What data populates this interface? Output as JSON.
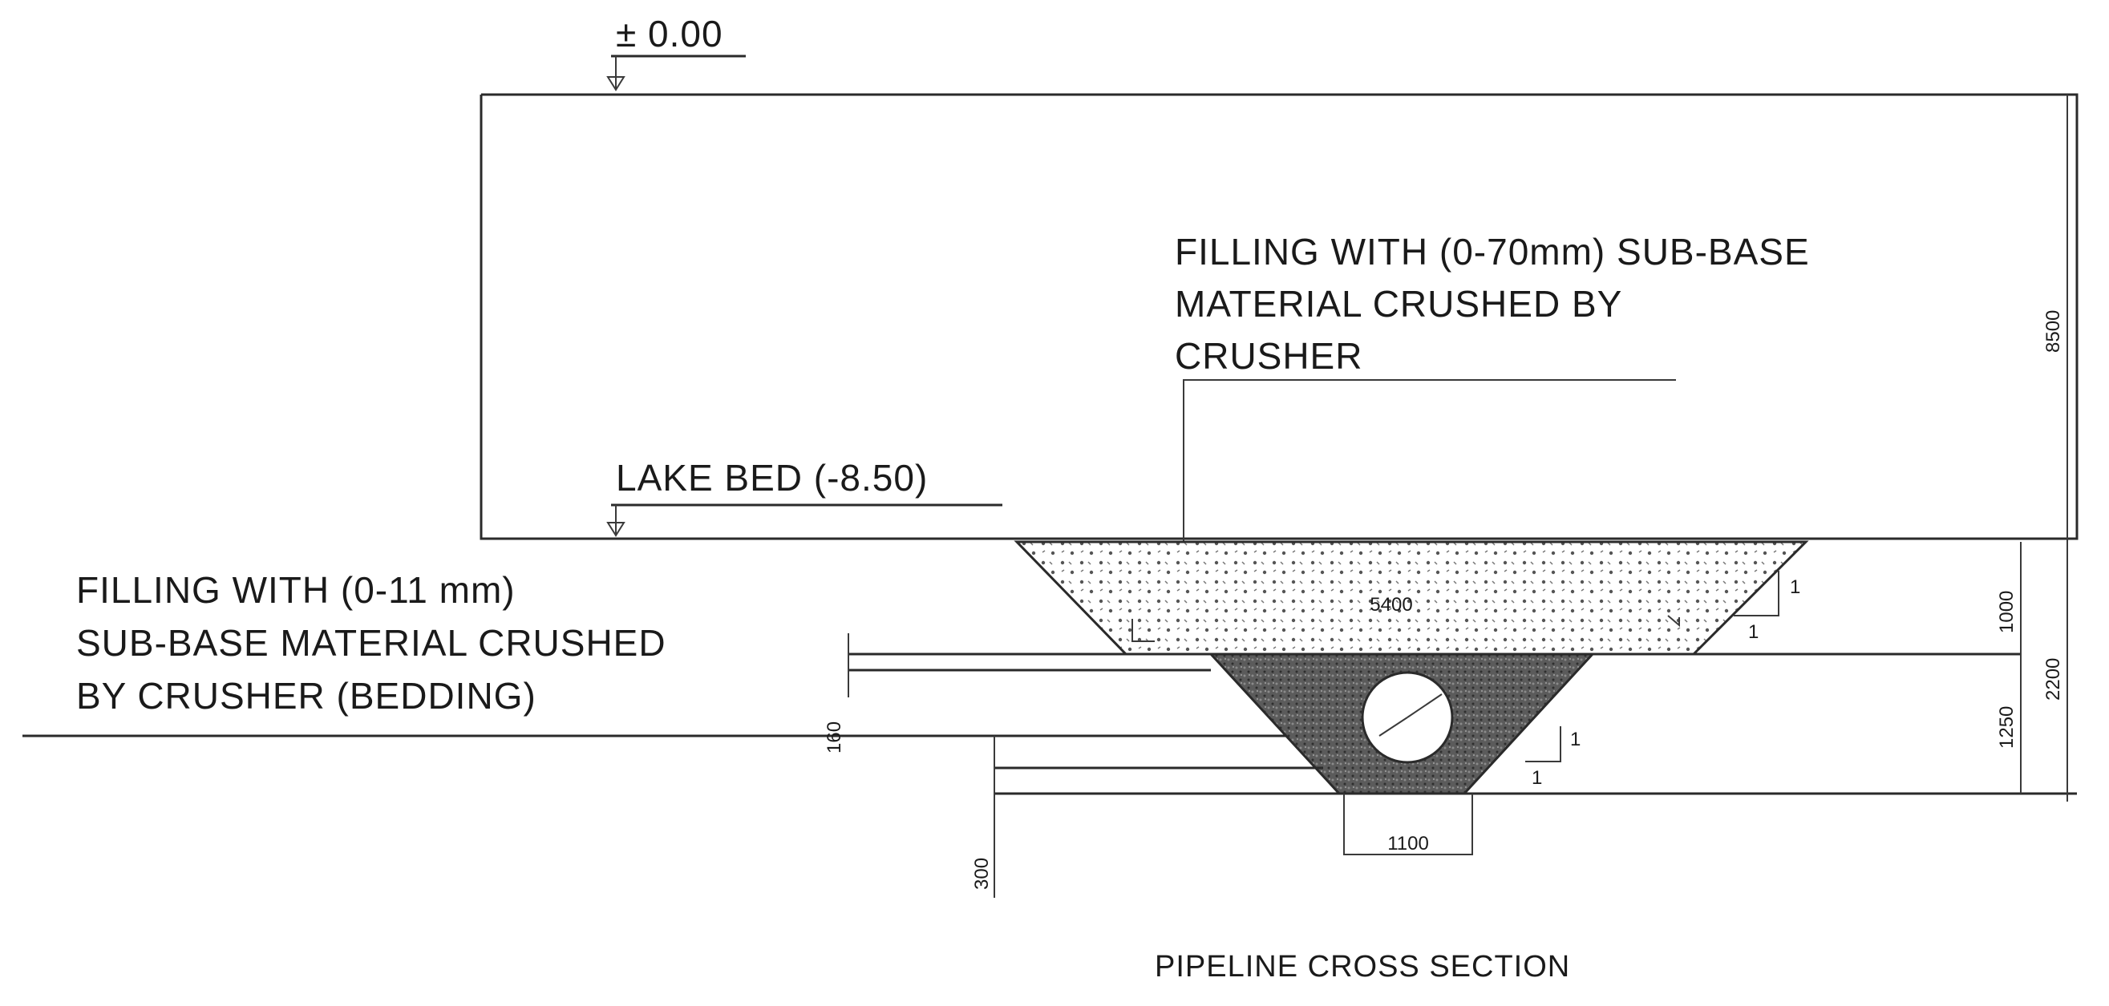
{
  "levels": {
    "top": "± 0.00",
    "lake_bed": "LAKE BED (-8.50)"
  },
  "annotations": {
    "upper_fill": [
      "FILLING WITH (0-70mm) SUB-BASE",
      "MATERIAL CRUSHED BY",
      "CRUSHER"
    ],
    "bedding_fill": [
      "FILLING WITH (0-11 mm)",
      "SUB-BASE MATERIAL CRUSHED",
      "BY CRUSHER (BEDDING)"
    ]
  },
  "dimensions": {
    "depth_total": "8500",
    "upper_layer": "1000",
    "trench_total": "2200",
    "bedding_height": "1250",
    "bottom_step": "160",
    "lower_offset": "300",
    "bottom_width": "1100",
    "top_width": "5400"
  },
  "slopes": {
    "rise": "1",
    "run": "1"
  },
  "caption": "PIPELINE CROSS SECTION"
}
